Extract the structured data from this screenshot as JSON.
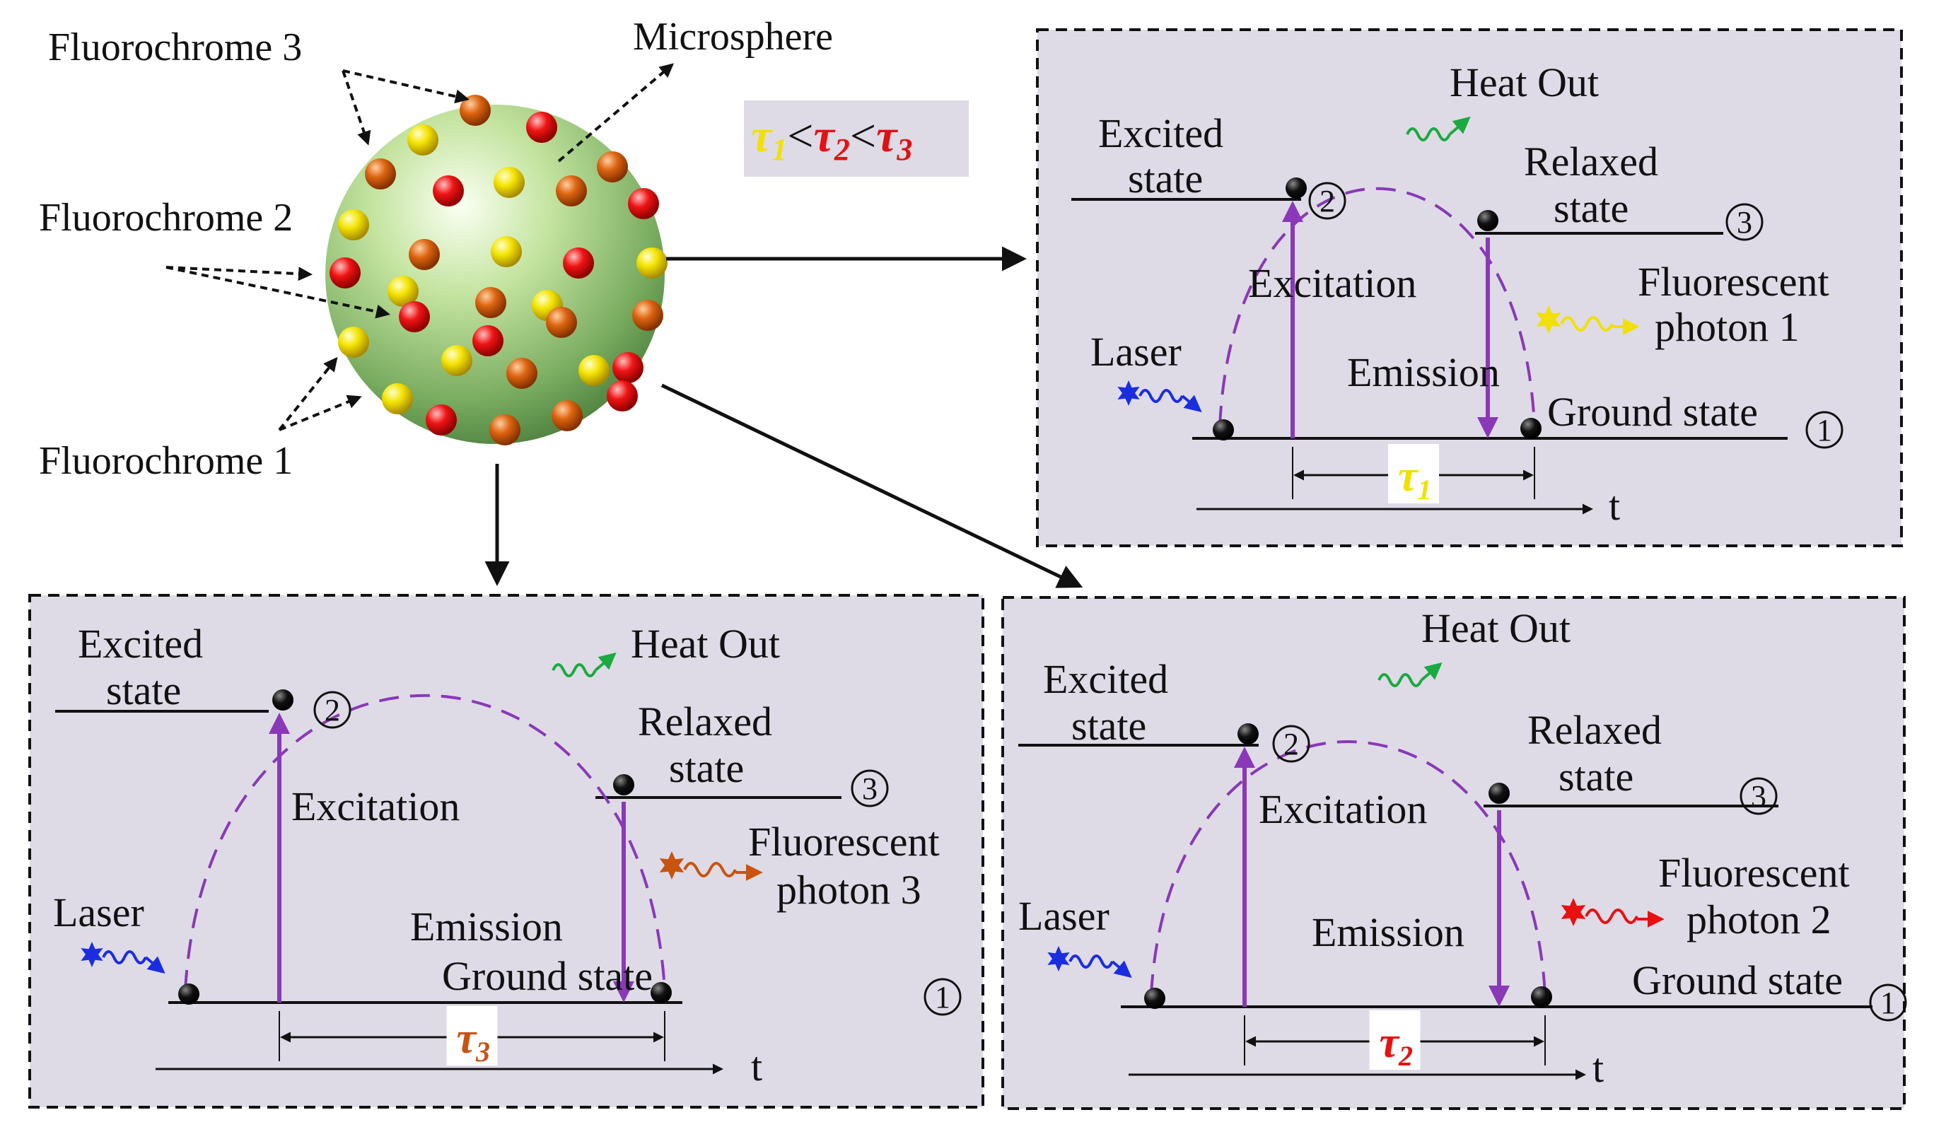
{
  "labels": {
    "fluorochrome_1": "Fluorochrome 1",
    "fluorochrome_2": "Fluorochrome 2",
    "fluorochrome_3": "Fluorochrome 3",
    "microsphere": "Microsphere"
  },
  "ordering": {
    "t1": "τ",
    "s1": "1",
    "lt1": "<",
    "t2": "τ",
    "s2": "2",
    "lt2": "<",
    "t3": "τ",
    "s3": "3"
  },
  "colors": {
    "fluorochrome_1": "#f2e000",
    "fluorochrome_2": "#e01010",
    "fluorochrome_3": "#cc5a10",
    "transition_arrow": "#8a38b8",
    "panel_fill": "#dedbe6",
    "laser": "#1a2ee0",
    "heat": "#1aaa40"
  },
  "panels": {
    "tau1": {
      "excited_1": "Excited",
      "excited_2": "state",
      "relaxed_1": "Relaxed",
      "relaxed_2": "state",
      "ground": "Ground state",
      "heat": "Heat Out",
      "excitation": "Excitation",
      "emission": "Emission",
      "laser": "Laser",
      "photon_1": "Fluorescent",
      "photon_2": "photon 1",
      "photon_color": "#f2e000",
      "tau_sym": "τ",
      "tau_sub": "1",
      "tau_color": "#f2e000",
      "t": "t",
      "n1": "1",
      "n2": "2",
      "n3": "3"
    },
    "tau2": {
      "excited_1": "Excited",
      "excited_2": "state",
      "relaxed_1": "Relaxed",
      "relaxed_2": "state",
      "ground": "Ground state",
      "heat": "Heat Out",
      "excitation": "Excitation",
      "emission": "Emission",
      "laser": "Laser",
      "photon_1": "Fluorescent",
      "photon_2": "photon 2",
      "photon_color": "#e81010",
      "tau_sym": "τ",
      "tau_sub": "2",
      "tau_color": "#e81010",
      "t": "t",
      "n1": "1",
      "n2": "2",
      "n3": "3"
    },
    "tau3": {
      "excited_1": "Excited",
      "excited_2": "state",
      "relaxed_1": "Relaxed",
      "relaxed_2": "state",
      "ground": "Ground state",
      "heat": "Heat Out",
      "excitation": "Excitation",
      "emission": "Emission",
      "laser": "Laser",
      "photon_1": "Fluorescent",
      "photon_2": "photon 3",
      "photon_color": "#c85410",
      "tau_sym": "τ",
      "tau_sub": "3",
      "tau_color": "#c85410",
      "t": "t",
      "n1": "1",
      "n2": "2",
      "n3": "3"
    }
  }
}
